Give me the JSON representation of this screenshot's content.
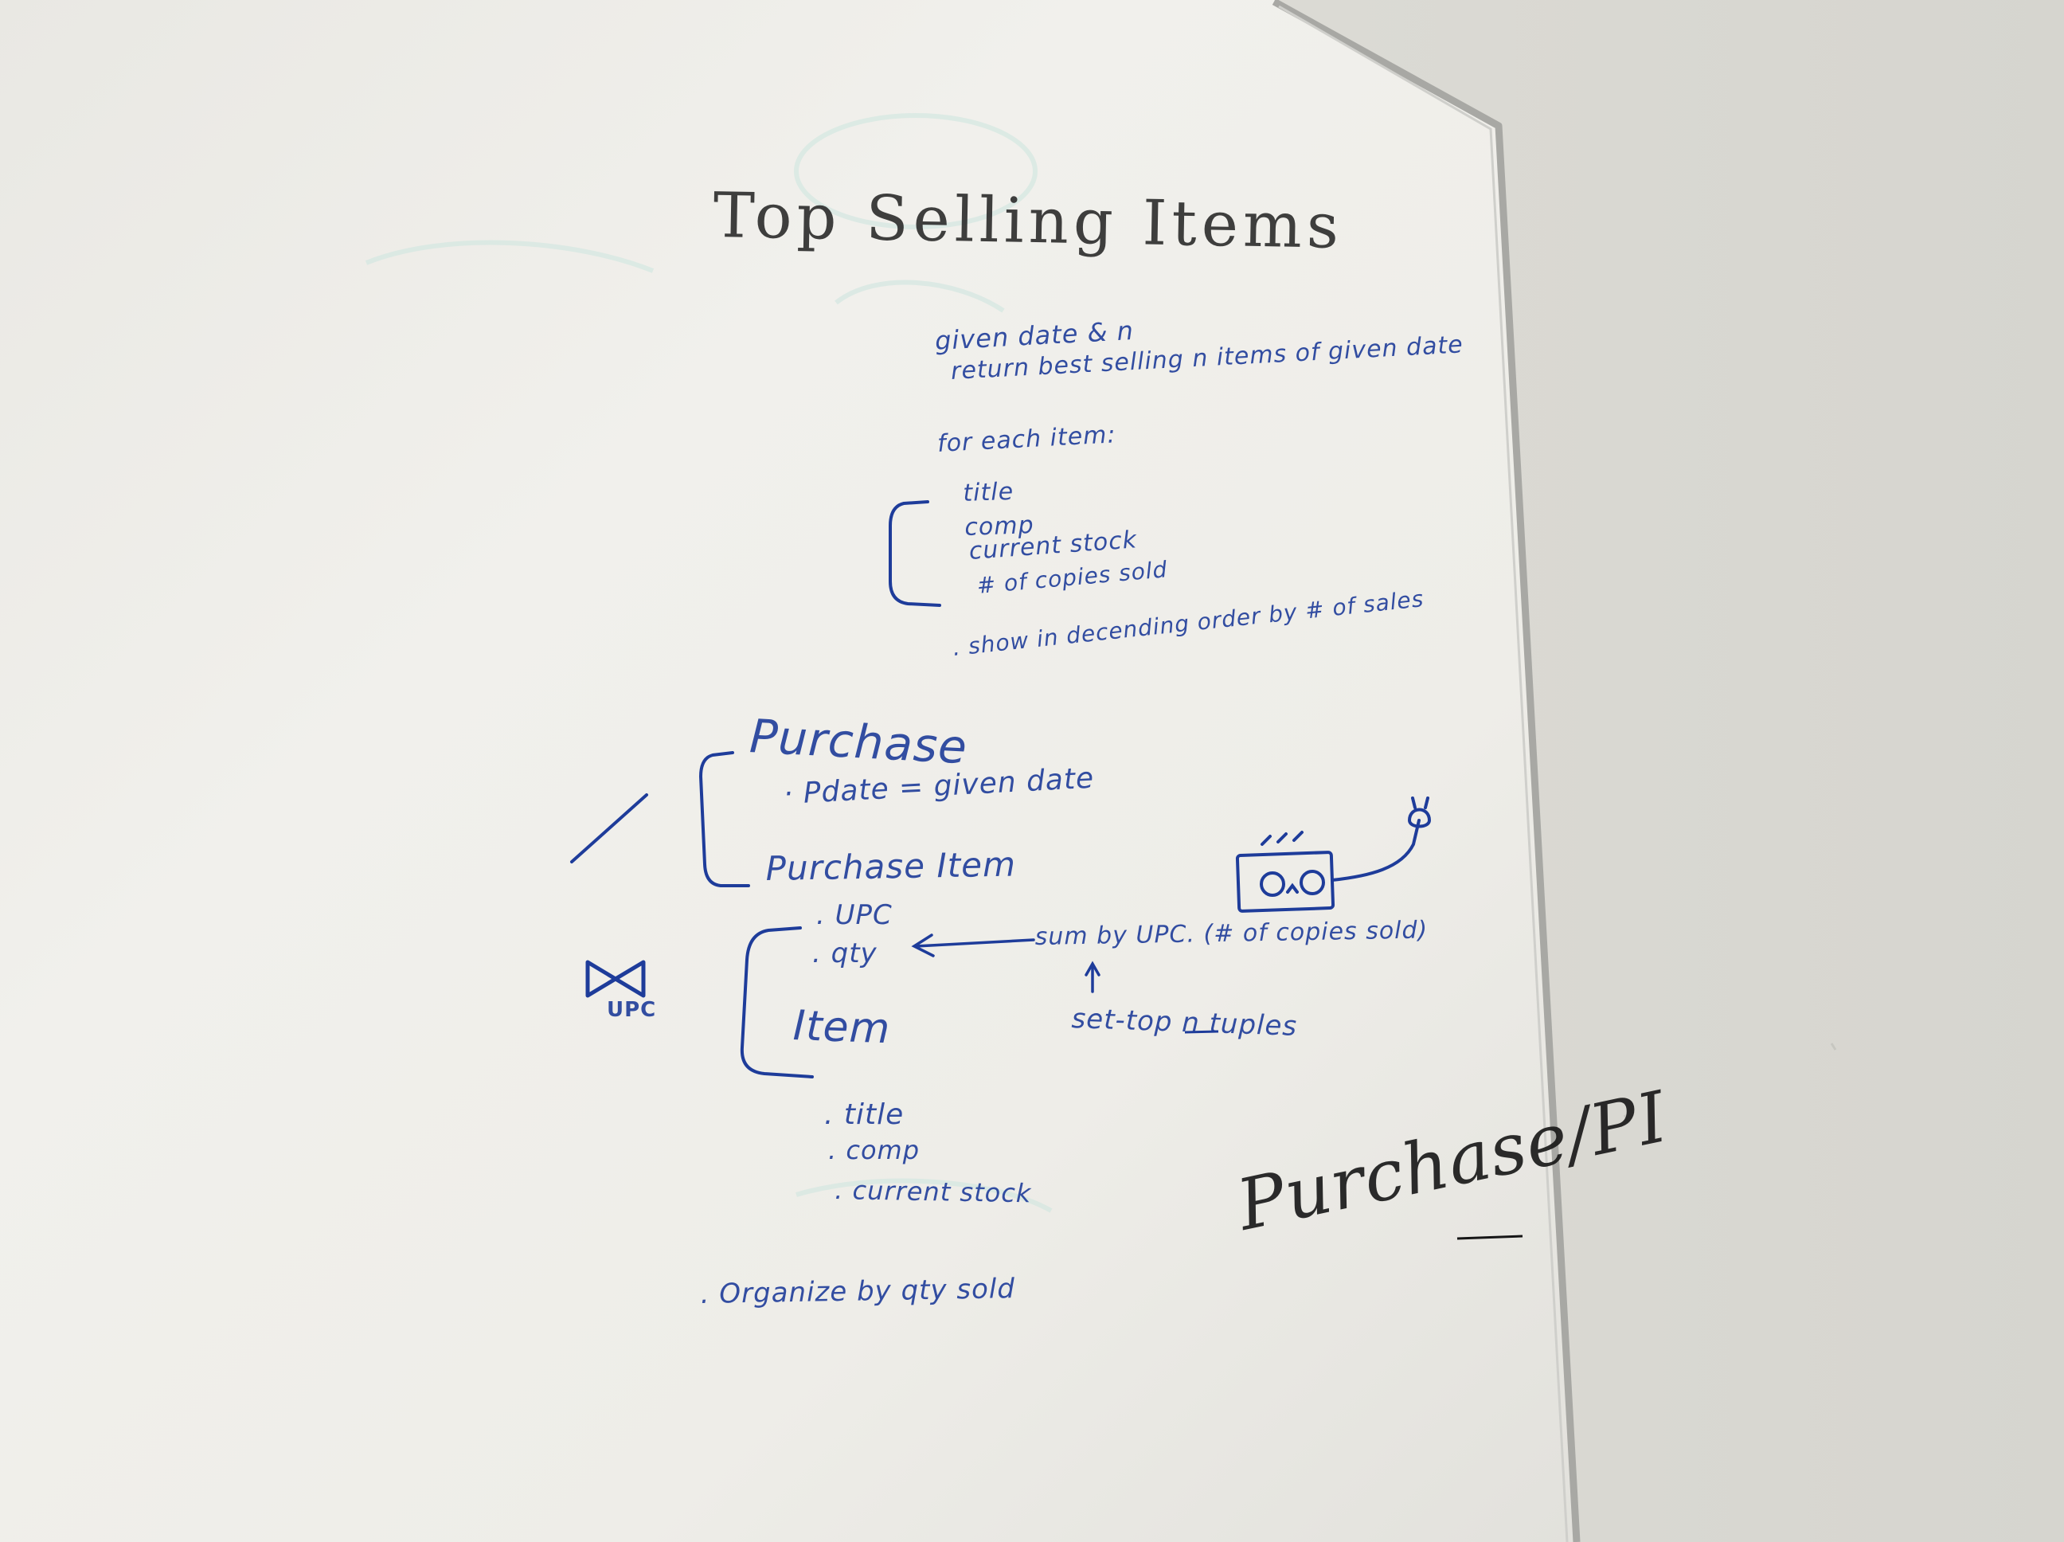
{
  "whiteboard": {
    "title": "Top Selling Items",
    "description_lines": [
      "given date & n",
      "return best selling n items of given date",
      "for each item:"
    ],
    "item_fields": [
      "title",
      "comp",
      "current stock",
      "# of copies sold"
    ],
    "sort_note": ". show in decending order by # of sales",
    "purchase_heading": "Purchase",
    "purchase_condition": "· Pdate = given date",
    "purchase_item_heading": "Purchase Item",
    "purchase_item_fields": [
      ". UPC",
      ". qty"
    ],
    "join_symbol_label": "UPC",
    "sum_note": "sum by UPC. (# of copies sold)",
    "top_n_note": "set-top n tuples",
    "item_heading": "Item",
    "item_attributes": [
      ". title",
      ". comp",
      ". current stock"
    ],
    "organize_note": ". Organize by qty sold",
    "signature": "Purchase/PI"
  },
  "colors": {
    "marker_blue": "#1e3c9a",
    "marker_black": "#2b2b2b",
    "board_white": "#f3f2ee",
    "wall": "#dedcd6"
  },
  "icons": [
    "bowtie-join-icon",
    "robot-doodle-icon",
    "arrow-icon",
    "bracket-icon"
  ]
}
